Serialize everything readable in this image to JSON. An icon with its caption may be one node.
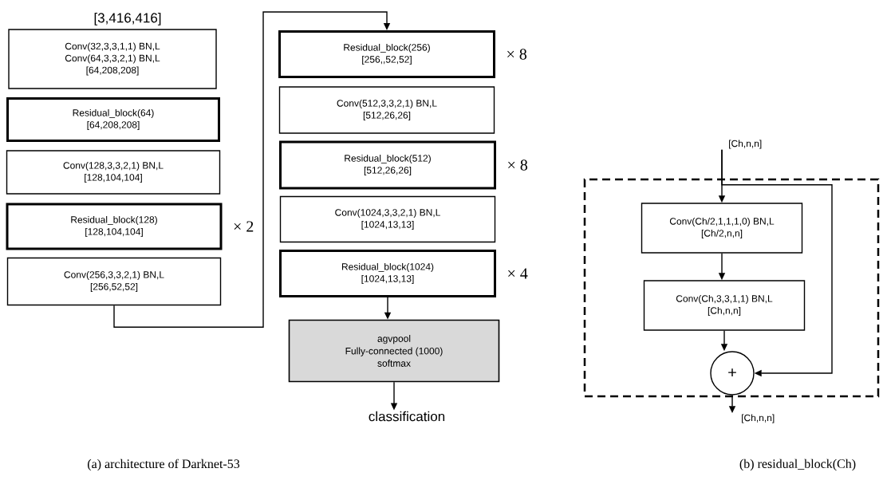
{
  "diagram": {
    "nodes": [
      {
        "text": [
          "Conv(32,3,3,1,1) BN,L",
          "Conv(64,3,3,2,1) BN,L",
          "[64,208,208]"
        ],
        "beside": [
          "[3,416,416]"
        ]
      },
      {
        "text": [
          "Residual_block(64)",
          "[64,208,208]"
        ]
      },
      {
        "text": [
          "Conv(128,3,3,2,1) BN,L",
          "[128,104,104]"
        ]
      },
      {
        "text": [
          "Residual_block(128)",
          "[128,104,104]"
        ],
        "beside": [
          "× 2"
        ]
      },
      {
        "text": [
          "Conv(256,3,3,2,1) BN,L",
          "[256,52,52]"
        ]
      },
      {
        "text": [
          "Residual_block(256)",
          "[256,,52,52]"
        ],
        "beside": [
          "× 8"
        ]
      },
      {
        "text": [
          "Conv(512,3,3,2,1) BN,L",
          "[512,26,26]"
        ]
      },
      {
        "text": [
          "Residual_block(512)",
          "[512,26,26]"
        ],
        "beside": [
          "× 8"
        ]
      },
      {
        "text": [
          "Conv(1024,3,3,2,1) BN,L",
          "[1024,13,13]"
        ]
      },
      {
        "text": [
          "Residual_block(1024)",
          "[1024,13,13]"
        ],
        "beside": [
          "× 4"
        ]
      },
      {
        "text": [
          "agvpool",
          "Fully-connected (1000)",
          "softmax"
        ]
      },
      {
        "text": [
          "classification"
        ]
      },
      {
        "text": [],
        "shape": "box"
      },
      {
        "text": [
          "Conv(Ch/2,1,1,1,0) BN,L",
          "[Ch/2,n,n]"
        ],
        "in": 12
      },
      {
        "text": [
          "Conv(Ch,3,3,1,1) BN,L",
          "[Ch,n,n]"
        ],
        "in": 12
      },
      {
        "text": [
          "+"
        ],
        "in": 12
      },
      {
        "text": [
          "[Ch,n,n]"
        ]
      },
      {
        "text": [
          "[Ch,n,n]"
        ]
      }
    ],
    "edges": [
      {
        "from": 4,
        "to": 5,
        "arrow": "to"
      },
      {
        "from": 9,
        "to": 10,
        "arrow": "to"
      },
      {
        "from": 10,
        "to": 11,
        "arrow": "to"
      },
      {
        "from": 16,
        "to": 13,
        "arrow": "to"
      },
      {
        "from": 16,
        "to": 15,
        "arrow": "to"
      },
      {
        "from": 13,
        "to": 14,
        "arrow": "to"
      },
      {
        "from": 14,
        "to": 15,
        "arrow": "to"
      },
      {
        "from": 15,
        "to": 17,
        "arrow": "to"
      }
    ],
    "labels": [
      "(a) architecture of Darknet-53",
      "(b) residual_block(Ch)"
    ]
  }
}
